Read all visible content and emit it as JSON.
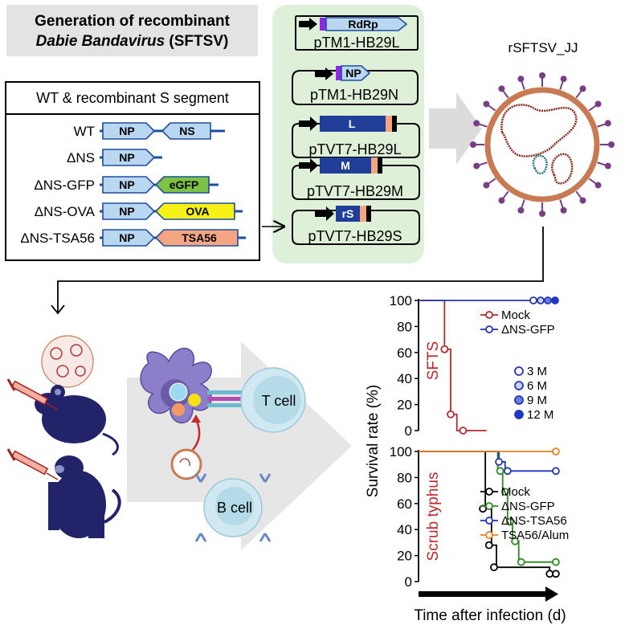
{
  "title": {
    "line1": "Generation of recombinant",
    "line2_italic": "Dabie Bandavirus",
    "line2_rest": " (SFTSV)"
  },
  "segments": {
    "header": "WT & recombinant S segment",
    "rows": [
      {
        "label": "WT",
        "np": "NP",
        "insert": "NS",
        "color": "#b9d7f0"
      },
      {
        "label": "ΔNS",
        "np": "NP",
        "insert": "",
        "color": ""
      },
      {
        "label": "ΔNS-GFP",
        "np": "NP",
        "insert": "eGFP",
        "color": "#7dc242"
      },
      {
        "label": "ΔNS-OVA",
        "np": "NP",
        "insert": "OVA",
        "color": "#f5f016"
      },
      {
        "label": "ΔNS-TSA56",
        "np": "NP",
        "insert": "TSA56",
        "color": "#f4a582"
      }
    ]
  },
  "plasmids": [
    {
      "insert": "RdRp",
      "name": "pTM1-HB29L"
    },
    {
      "insert": "NP",
      "name": "pTM1-HB29N"
    },
    {
      "insert": "L",
      "name": "pTVT7-HB29L"
    },
    {
      "insert": "M",
      "name": "pTVT7-HB29M"
    },
    {
      "insert": "rS",
      "name": "pTVT7-HB29S"
    }
  ],
  "virus_label": "rSFTSV_JJ",
  "cells": {
    "t_cell": "T cell",
    "b_cell": "B cell"
  },
  "colors": {
    "plasmid_panel": "#dff0d8",
    "np_fill": "#b9d7f0",
    "dark_blue_insert": "#1f3f99",
    "virus_shell": "#c87a52",
    "virus_spike": "#7a3d88",
    "mock_red": "#b52a2a",
    "gfp_green": "#2e8b22",
    "tsa_blue": "#2436b5",
    "alum_orange": "#ee7d1f",
    "seg_label_red": "#c0282c"
  },
  "chart_data": [
    {
      "type": "line",
      "panel_label": "SFTS",
      "ylim": [
        0,
        100
      ],
      "ylabel": "Survival rate (%)",
      "yticks": [
        "0",
        "20",
        "40",
        "60",
        "80",
        "100"
      ],
      "series": [
        {
          "name": "Mock",
          "color": "#b52a2a",
          "step_x": [
            0,
            2.1,
            2.1,
            2.6,
            2.6,
            3.1,
            3.1,
            3.6,
            3.6,
            5.5
          ],
          "step_y": [
            100,
            100,
            62.5,
            62.5,
            12.5,
            12.5,
            0,
            0,
            0,
            0
          ],
          "markers_x": [
            2.1,
            2.6,
            3.6
          ],
          "markers_y": [
            62.5,
            12.5,
            0
          ]
        },
        {
          "name": "ΔNS-GFP",
          "color": "#2436b5",
          "step_x": [
            0,
            11.2
          ],
          "step_y": [
            100,
            100
          ],
          "markers_x": [],
          "markers_y": []
        }
      ],
      "extra_legend": [
        {
          "label": "3 M",
          "fill": "#ffffff"
        },
        {
          "label": "6 M",
          "fill": "#c8d0f0"
        },
        {
          "label": "9 M",
          "fill": "#6b7de0"
        },
        {
          "label": "12 M",
          "fill": "#1f3ac8"
        }
      ]
    },
    {
      "type": "line",
      "panel_label": "Scrub typhus",
      "ylim": [
        0,
        100
      ],
      "yticks": [
        "0",
        "20",
        "40",
        "60",
        "80",
        "100"
      ],
      "xlabel": "Time after infection (d)",
      "series": [
        {
          "name": "Mock",
          "color": "#000000",
          "step_x": [
            0,
            5.4,
            5.4,
            5.9,
            5.9,
            6.3,
            6.3,
            10.6,
            10.6,
            11.3
          ],
          "step_y": [
            100,
            100,
            56,
            56,
            28,
            28,
            11,
            11,
            6,
            6
          ],
          "markers_x": [
            5.2,
            5.7,
            6.1,
            10.6,
            11.1
          ],
          "markers_y": [
            56,
            28,
            11,
            6,
            6
          ]
        },
        {
          "name": "ΔNS-GFP",
          "color": "#2e8b22",
          "step_x": [
            0,
            6.4,
            6.4,
            6.8,
            6.8,
            7.2,
            7.2,
            7.6,
            7.6,
            8.1,
            8.1,
            11.3
          ],
          "step_y": [
            100,
            100,
            85,
            85,
            69,
            69,
            46,
            46,
            31,
            31,
            15,
            15
          ],
          "markers_x": [
            6.6,
            7.0,
            7.4,
            7.8,
            8.3,
            11.1
          ],
          "markers_y": [
            85,
            69,
            46,
            31,
            15,
            15
          ]
        },
        {
          "name": "ΔNS-TSA56",
          "color": "#2436b5",
          "step_x": [
            0,
            6.5,
            6.5,
            7.0,
            7.0,
            11.3
          ],
          "step_y": [
            100,
            100,
            92,
            92,
            85,
            85
          ],
          "markers_x": [
            6.5,
            7.2,
            11.1
          ],
          "markers_y": [
            92,
            85,
            85
          ]
        },
        {
          "name": "TSA56/Alum",
          "color": "#ee7d1f",
          "step_x": [
            0,
            11.3
          ],
          "step_y": [
            100,
            100
          ],
          "markers_x": [
            11.1
          ],
          "markers_y": [
            100
          ]
        }
      ]
    }
  ]
}
